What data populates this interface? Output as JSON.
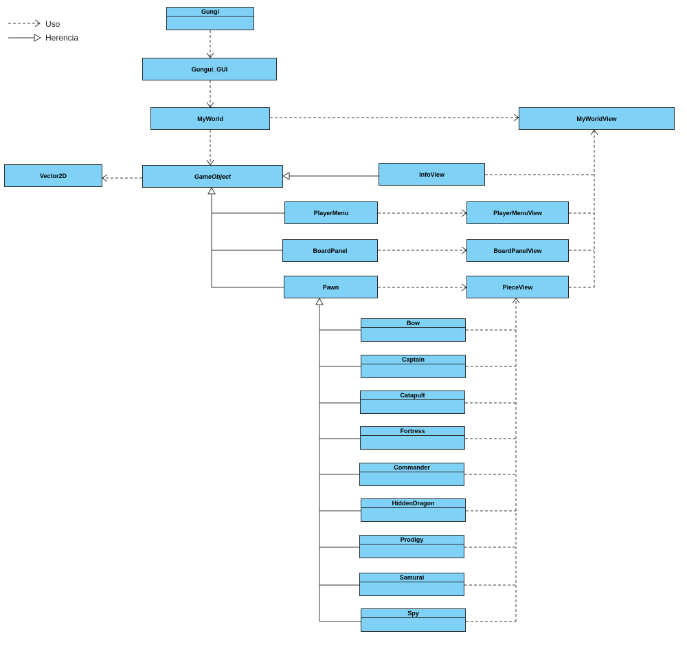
{
  "legend": {
    "uso": "Uso",
    "herencia": "Herencia"
  },
  "colors": {
    "class_fill": "#7fd1f5",
    "border": "#2b2b2b",
    "line": "#333333"
  },
  "classes": {
    "gungi": "Gungi",
    "gungui_gui": "Gungui_GUI",
    "myworld": "MyWorld",
    "myworldview": "MyWorldView",
    "vector2d": "Vector2D",
    "gameobject": "GameObject",
    "infoview": "InfoView",
    "playermenu": "PlayerMenu",
    "playermenuview": "PlayerMenuView",
    "boardpanel": "BoardPanel",
    "boardpanelview": "BoardPanelView",
    "pawn": "Pawn",
    "pieceview": "PieceView",
    "bow": "Bow",
    "captain": "Captain",
    "catapult": "Catapult",
    "fortress": "Fortress",
    "commander": "Commander",
    "hiddendragon": "HiddenDragon",
    "prodigy": "Prodigy",
    "samurai": "Samurai",
    "spy": "Spy"
  }
}
